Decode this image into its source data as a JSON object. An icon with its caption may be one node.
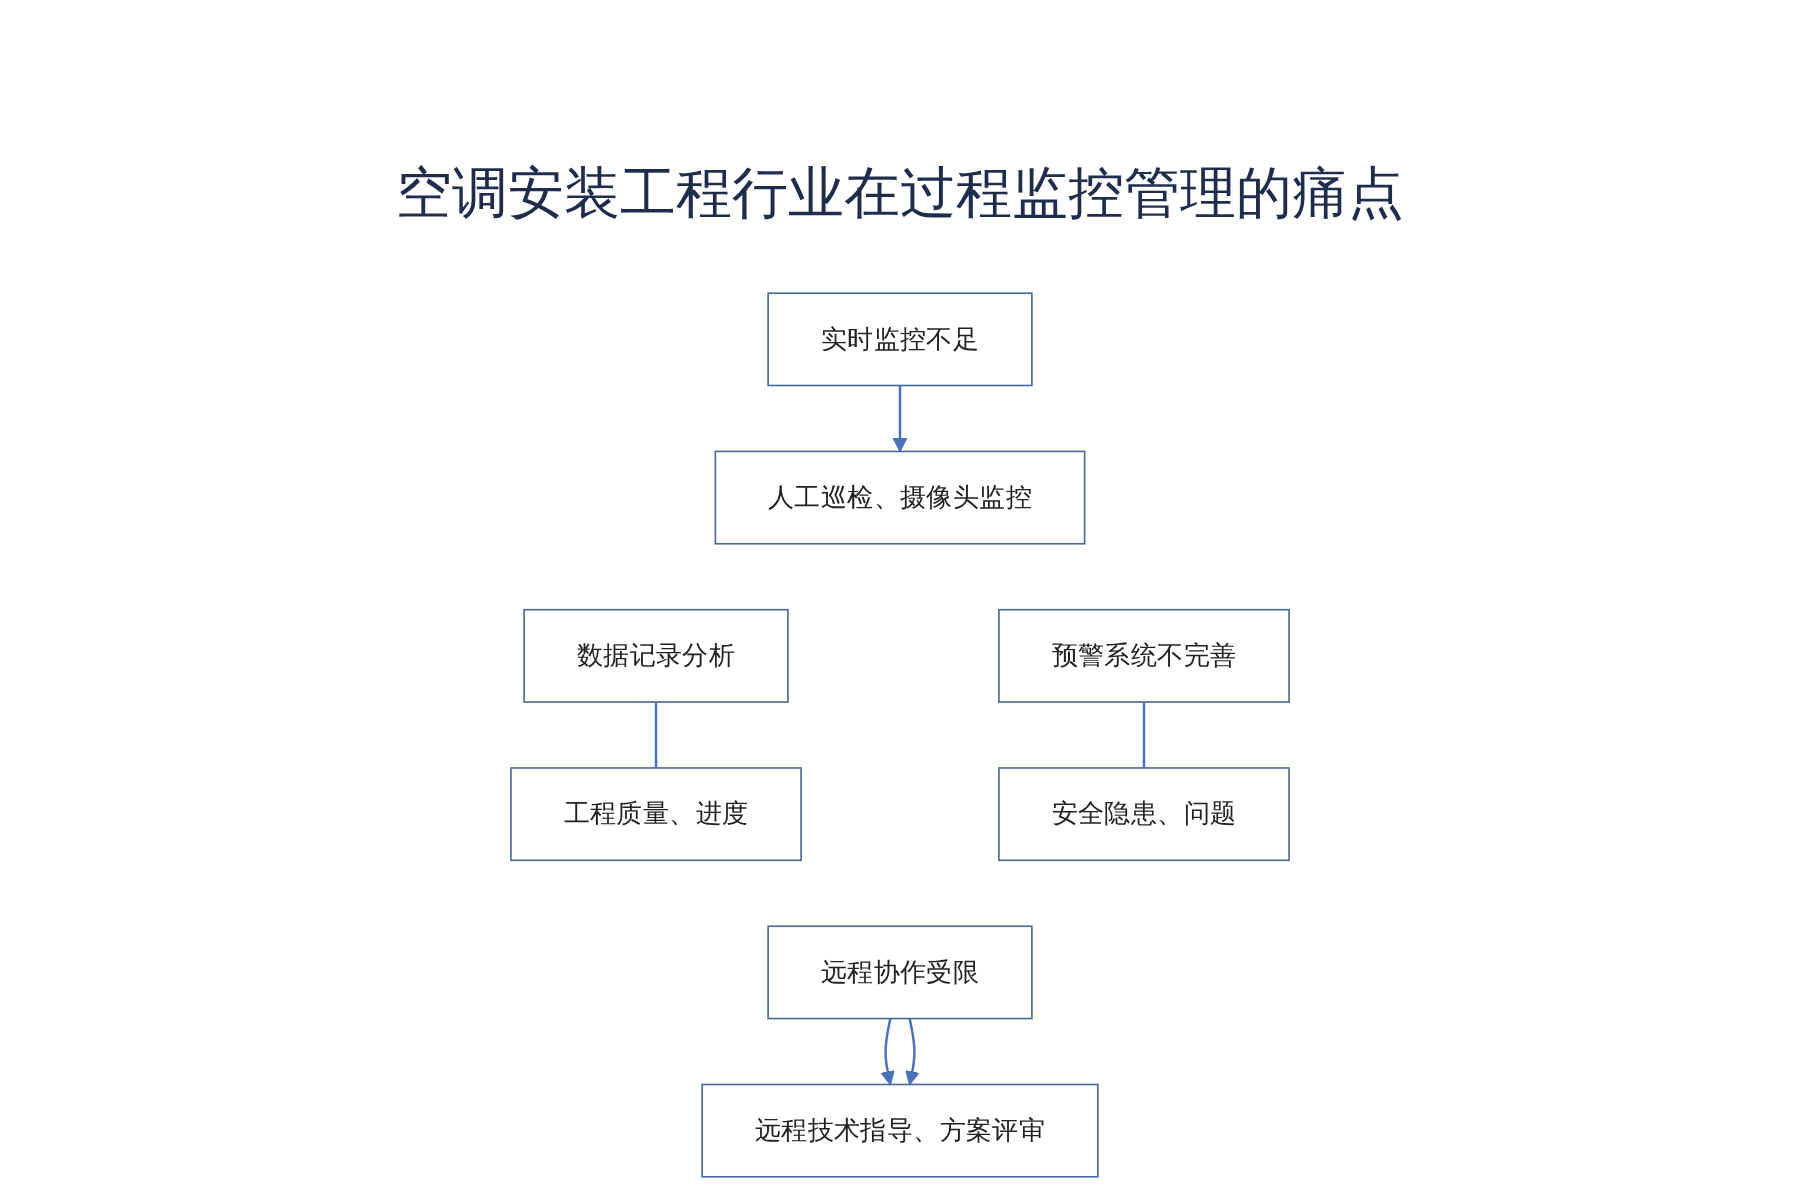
{
  "diagram": {
    "title": "空调安装工程行业在过程监控管理的痛点",
    "nodes": [
      {
        "text": [
          "实时监控不足"
        ]
      },
      {
        "text": [
          "人工巡检、摄像头监控"
        ]
      },
      {
        "text": [
          "数据记录分析"
        ]
      },
      {
        "text": [
          "预警系统不完善"
        ]
      },
      {
        "text": [
          "工程质量、进度"
        ]
      },
      {
        "text": [
          "安全隐患、问题"
        ]
      },
      {
        "text": [
          "远程协作受限"
        ]
      },
      {
        "text": [
          "远程技术指导、方案评审"
        ]
      }
    ],
    "edges": [
      {
        "from": 0,
        "to": 1,
        "arrow": "to"
      },
      {
        "from": 2,
        "to": 4,
        "arrow": "none"
      },
      {
        "from": 3,
        "to": 5,
        "arrow": "none"
      },
      {
        "from": 6,
        "to": 7,
        "arrow": "to"
      },
      {
        "from": 6,
        "to": 7,
        "arrow": "to"
      }
    ]
  }
}
